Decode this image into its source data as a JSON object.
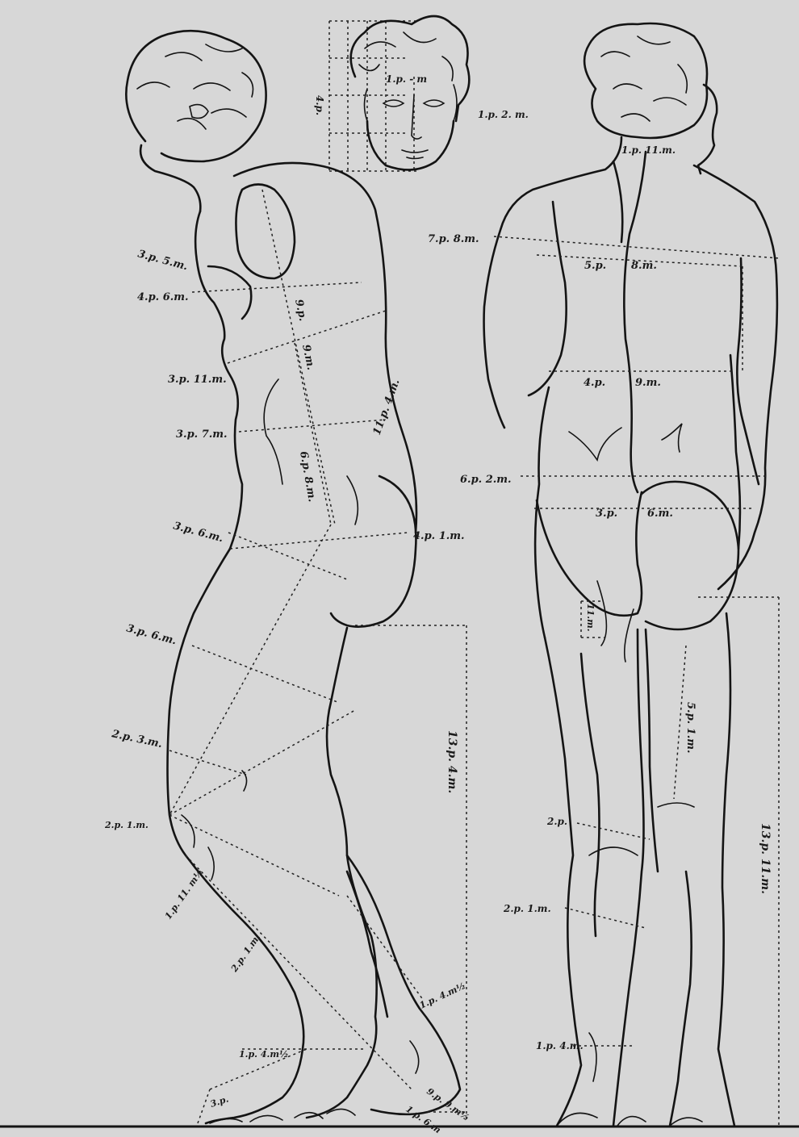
{
  "plate": {
    "background": "#d7d7d7",
    "ink": "#141414"
  },
  "head": {
    "labels": [
      "1.p. - m",
      "4.p.",
      "1.p. 2. m."
    ]
  },
  "side_figure": {
    "labels": [
      "3.p. 5.m.",
      "4.p. 6.m.",
      "9.p.",
      "9.m.",
      "3.p. 11.m.",
      "3.p. 7.m.",
      "11.p. 4.m.",
      "6.p. 8.m.",
      "3.p. 6.m.",
      "4.p. 1.m.",
      "3.p. 6.m.",
      "2.p. 3.m.",
      "13.p. 4.m.",
      "2.p. 1.m.",
      "1.p. 11. m½",
      "2.p. 1.m.",
      "1.p. 4.m½",
      "1.p. 4.m½",
      "3.p.",
      "9.p. 9.m½",
      "1.p. 6.m"
    ]
  },
  "back_figure": {
    "labels": [
      "1.p. 11.m.",
      "7.p. 8.m.",
      "5.p.",
      "8.m.",
      "4.p.",
      "9.m.",
      "6.p. 2.m.",
      "3.p.",
      "6.m.",
      "11.m.",
      "5.p. 1.m.",
      "13.p. 11.m.",
      "2.p.",
      "2.p. 1.m.",
      "1.p. 4.m."
    ]
  }
}
